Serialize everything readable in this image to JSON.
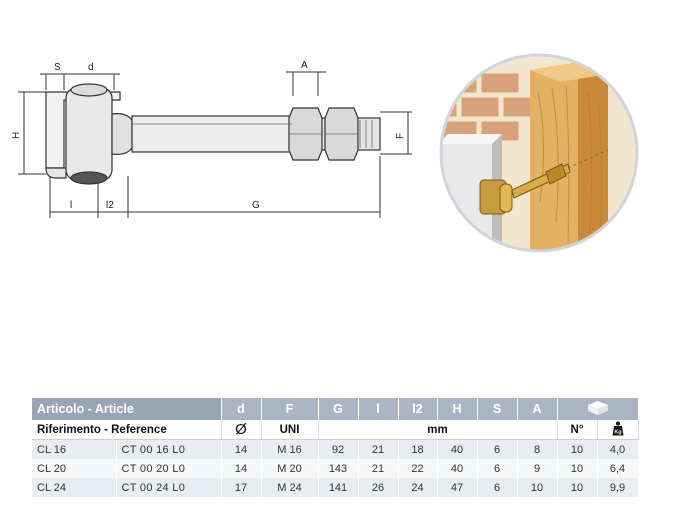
{
  "drawing_labels": {
    "s": "S",
    "d": "d",
    "a": "A",
    "h": "H",
    "f": "F",
    "l": "l",
    "l2": "l2",
    "g": "G"
  },
  "table": {
    "header_article": "Articolo - Article",
    "header_cols": [
      "d",
      "F",
      "G",
      "l",
      "l2",
      "H",
      "S",
      "A"
    ],
    "sub_reference": "Riferimento - Reference",
    "sub_diameter": "Ø",
    "sub_uni": "UNI",
    "sub_mm": "mm",
    "sub_n": "N°",
    "kg_label": "Kg",
    "rows": [
      [
        "CL 16",
        "CT 00 16 L0",
        "14",
        "M 16",
        "92",
        "21",
        "18",
        "40",
        "6",
        "8",
        "10",
        "4,0"
      ],
      [
        "CL 20",
        "CT 00 20 L0",
        "14",
        "M 20",
        "143",
        "21",
        "22",
        "40",
        "6",
        "9",
        "10",
        "6,4"
      ],
      [
        "CL 24",
        "CT 00 24 L0",
        "17",
        "M 24",
        "141",
        "26",
        "24",
        "47",
        "6",
        "10",
        "10",
        "9,9"
      ]
    ]
  },
  "icons": [
    "box-icon",
    "weight-icon"
  ],
  "colors": {
    "header": "#a9b5c3",
    "row_odd": "#e9ecf0",
    "row_even": "#f6f7f9"
  }
}
